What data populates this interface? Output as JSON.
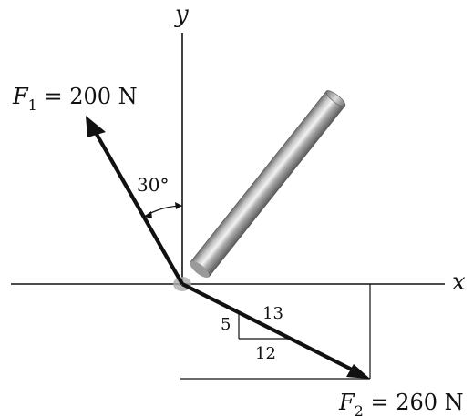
{
  "axes": {
    "x_label": "x",
    "y_label": "y"
  },
  "forces": [
    {
      "symbol": "F",
      "subscript": "1",
      "equals": " = ",
      "magnitude": "200 N"
    },
    {
      "symbol": "F",
      "subscript": "2",
      "equals": " = ",
      "magnitude": "260 N"
    }
  ],
  "angle": {
    "text": "30°"
  },
  "slope_triangle": {
    "hypotenuse": "13",
    "vertical": "5",
    "horizontal": "12"
  },
  "colors": {
    "ink": "#111111",
    "rod_light": "#e6e6e6",
    "rod_dark": "#7a7a7a",
    "background": "#ffffff"
  }
}
